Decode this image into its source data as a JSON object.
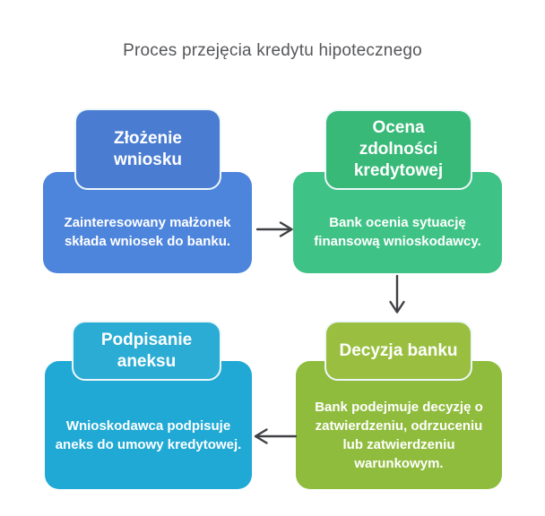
{
  "title": "Proces przejęcia kredytu hipotecznego",
  "colors": {
    "title_text": "#56575a",
    "arrow": "#404145",
    "node_text": "#ffffff",
    "header_border": "#edf7fa",
    "blue_header": "#4a7cd1",
    "blue_body": "#4d84dc",
    "green_header": "#38b977",
    "green_body": "#3fc285",
    "olive_header": "#9abf40",
    "olive_body": "#90bc3e",
    "cyan_header": "#2bacd4",
    "cyan_body": "#20a9d5"
  },
  "diagram": {
    "nodes": [
      {
        "id": "zlozenie-wniosku",
        "header": "Złożenie wniosku",
        "body": "Zainteresowany małżonek składa wniosek do banku.",
        "header_color": "#4a7cd1",
        "body_color": "#4d84dc"
      },
      {
        "id": "ocena-zdolnosci-kredytowej",
        "header": "Ocena zdolności kredytowej",
        "body": "Bank ocenia sytuację finansową wnioskodawcy.",
        "header_color": "#38b977",
        "body_color": "#3fc285"
      },
      {
        "id": "decyzja-banku",
        "header": "Decyzja banku",
        "body": "Bank podejmuje decyzję o zatwierdzeniu, odrzuceniu lub zatwierdzeniu warunkowym.",
        "header_color": "#9abf40",
        "body_color": "#90bc3e"
      },
      {
        "id": "podpisanie-aneksu",
        "header": "Podpisanie aneksu",
        "body": "Wnioskodawca podpisuje aneks do umowy kredytowej.",
        "header_color": "#2bacd4",
        "body_color": "#20a9d5"
      }
    ],
    "arrows": [
      {
        "from": "zlozenie-wniosku",
        "to": "ocena-zdolnosci-kredytowej",
        "direction": "right"
      },
      {
        "from": "ocena-zdolnosci-kredytowej",
        "to": "decyzja-banku",
        "direction": "down"
      },
      {
        "from": "decyzja-banku",
        "to": "podpisanie-aneksu",
        "direction": "left"
      }
    ]
  }
}
